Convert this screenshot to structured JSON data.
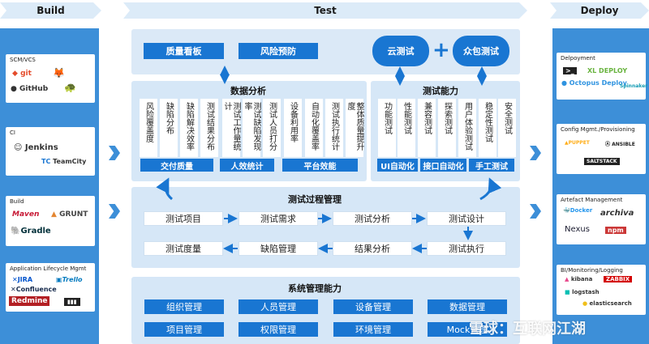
{
  "headers": {
    "build": "Build",
    "test": "Test",
    "deploy": "Deploy"
  },
  "build": {
    "scm": {
      "title": "SCM/VCS",
      "logos": [
        "git",
        "GitHub"
      ]
    },
    "ci": {
      "title": "CI",
      "logos": [
        "Jenkins",
        "TeamCity"
      ]
    },
    "build": {
      "title": "Build",
      "logos": [
        "Maven",
        "GRUNT",
        "Gradle"
      ]
    },
    "alm": {
      "title": "Application Lifecycle Mgmt",
      "logos": [
        "JIRA",
        "Trello",
        "Confluence",
        "Redmine"
      ]
    }
  },
  "deploy": {
    "deployment": {
      "title": "Delpoyment",
      "logos": [
        "XL DEPLOY",
        "Octopus Deploy",
        "Spinnaker"
      ]
    },
    "config": {
      "title": "Config Mgmt./Provisioning",
      "logos": [
        "PUPPET",
        "ANSIBLE",
        "SALTSTACK"
      ]
    },
    "artefact": {
      "title": "Artefact Management",
      "logos": [
        "Docker",
        "archiva",
        "Nexus",
        "npm"
      ]
    },
    "bi": {
      "title": "BI/Monitoring/Logging",
      "logos": [
        "kibana",
        "ZABBIX",
        "logstash",
        "elasticsearch"
      ]
    }
  },
  "top": {
    "dashboard": "质量看板",
    "risk": "风险预防",
    "cloud_test": "云测试",
    "crowd_test": "众包测试",
    "plus": "+"
  },
  "analysis": {
    "title": "数据分析",
    "columns": [
      "风险覆盖度",
      "缺陷分布",
      "缺陷解决效率",
      "测试结果分布",
      "测试工作量统计",
      "测试缺陷发现率",
      "测试人员打分",
      "设备利用率",
      "自动化覆盖率",
      "测试执行统计",
      "整体质量提升度"
    ],
    "groups": [
      "交付质量",
      "人效统计",
      "平台效能"
    ]
  },
  "capability": {
    "title": "测试能力",
    "columns": [
      "功能测试",
      "性能测试",
      "兼容测试",
      "探索测试",
      "用户体验测试",
      "稳定性测试",
      "安全测试"
    ],
    "groups": [
      "UI自动化",
      "接口自动化",
      "手工测试"
    ]
  },
  "process": {
    "title": "测试过程管理",
    "row1": [
      "测试项目",
      "测试需求",
      "测试分析",
      "测试设计"
    ],
    "row2": [
      "测试度量",
      "缺陷管理",
      "结果分析",
      "测试执行"
    ]
  },
  "system": {
    "title": "系统管理能力",
    "row1": [
      "组织管理",
      "人员管理",
      "设备管理",
      "数据管理"
    ],
    "row2": [
      "项目管理",
      "权限管理",
      "环境管理",
      "Mock管理"
    ]
  },
  "watermark": "雪球：互联网江湖",
  "colors": {
    "primary": "#1976d2",
    "side": "#3d8fd8",
    "panel": "#d6e7f7",
    "header": "#dcebf8"
  }
}
